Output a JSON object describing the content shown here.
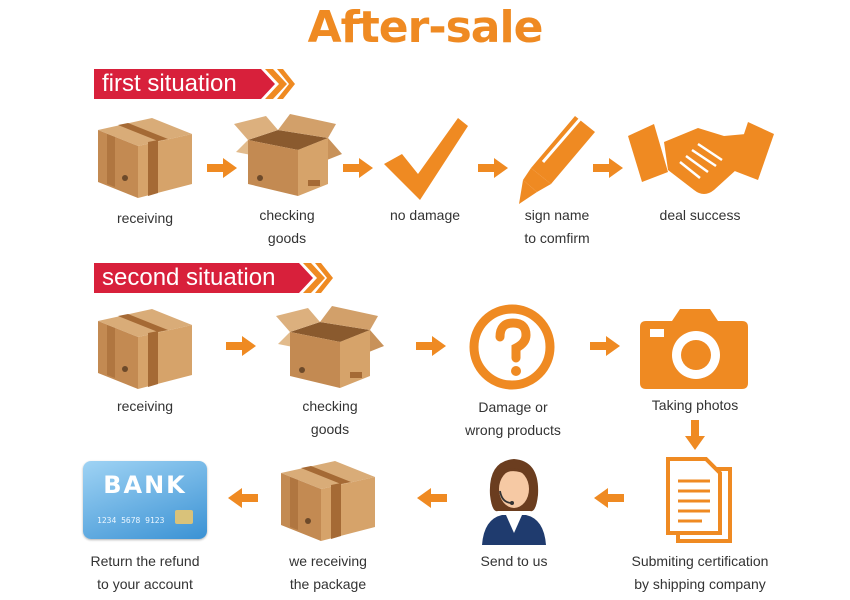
{
  "title": "After-sale",
  "first": {
    "heading": "first situation",
    "steps": [
      {
        "line1": "receiving",
        "line2": ""
      },
      {
        "line1": "checking",
        "line2": "goods"
      },
      {
        "line1": "no damage",
        "line2": ""
      },
      {
        "line1": "sign name",
        "line2": "to comfirm"
      },
      {
        "line1": "deal success",
        "line2": ""
      }
    ]
  },
  "second": {
    "heading": "second situation",
    "row1": [
      {
        "line1": "receiving",
        "line2": ""
      },
      {
        "line1": "checking",
        "line2": "goods"
      },
      {
        "line1": "Damage or",
        "line2": "wrong products"
      },
      {
        "line1": "Taking photos",
        "line2": ""
      }
    ],
    "row2": [
      {
        "line1": "Return the refund",
        "line2": "to your account"
      },
      {
        "line1": "we receiving",
        "line2": "the package"
      },
      {
        "line1": "Send to us",
        "line2": ""
      },
      {
        "line1": "Submiting certification",
        "line2": "by shipping company"
      }
    ]
  },
  "card": {
    "bank": "BANK",
    "number": "1234 5678 9123"
  },
  "colors": {
    "accent": "#ef8a22",
    "banner": "#d8203b",
    "box": "#c9955c"
  }
}
